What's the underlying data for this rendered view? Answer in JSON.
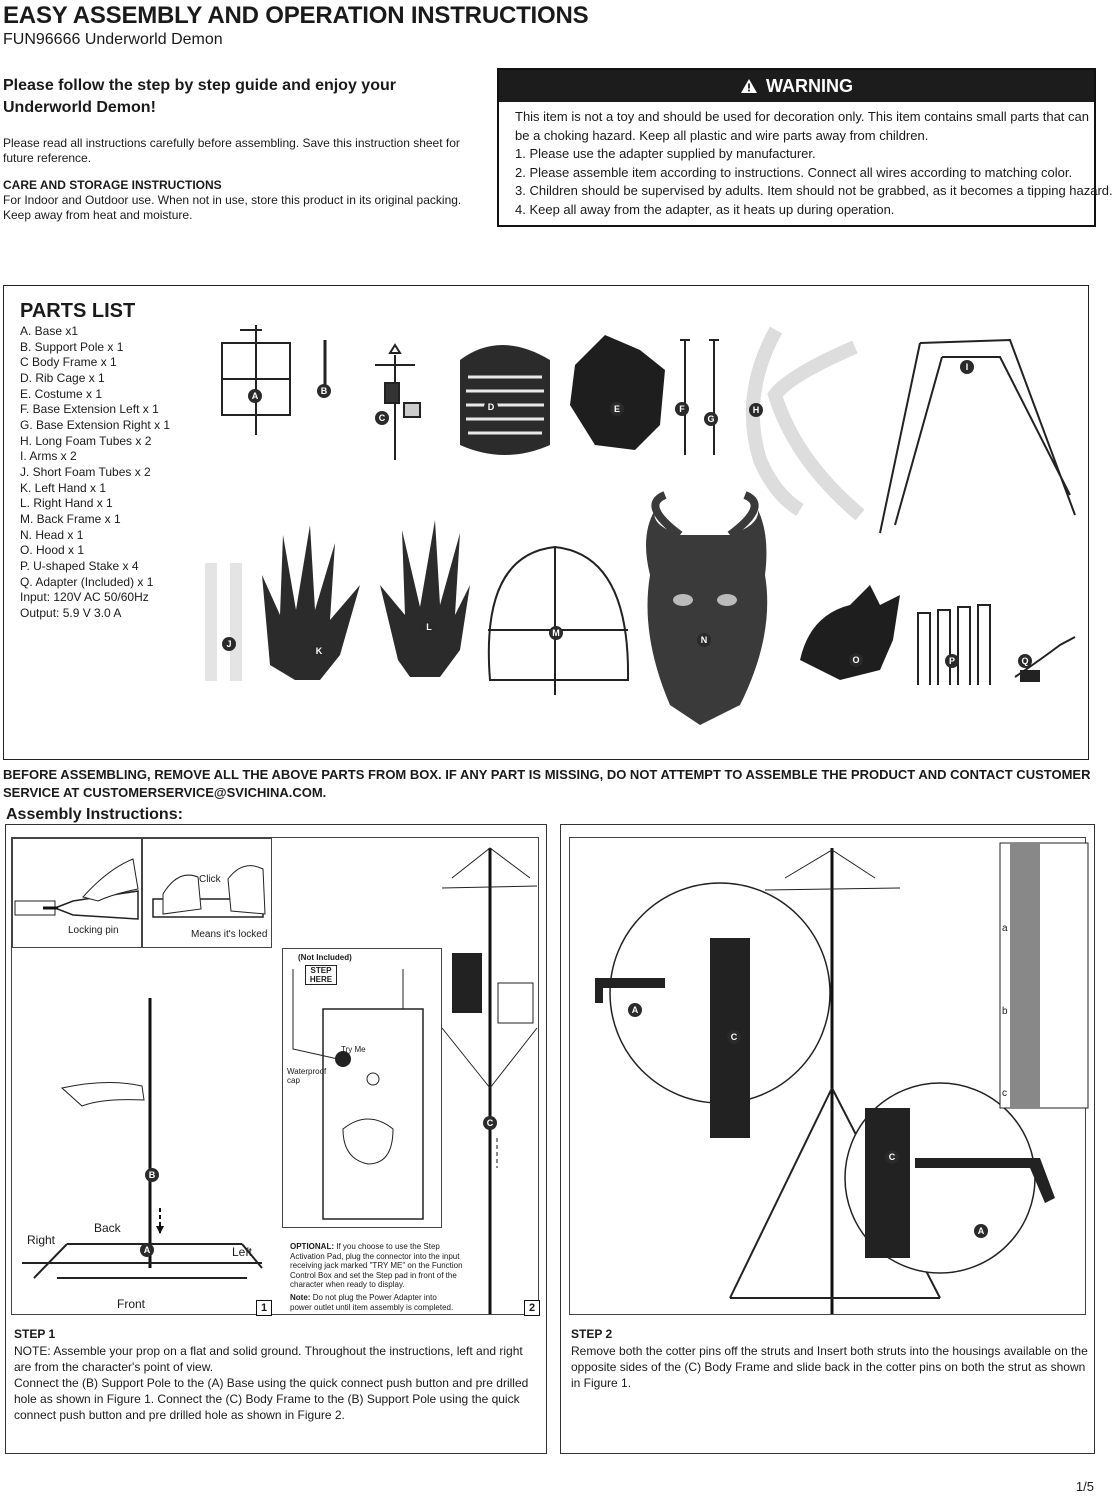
{
  "title": "EASY ASSEMBLY AND OPERATION INSTRUCTIONS",
  "subtitle": "FUN96666 Underworld Demon",
  "lead": "Please follow the step by step guide and enjoy your Underworld Demon!",
  "intro": "Please read all instructions carefully before assembling. Save this instruction sheet for future reference.",
  "care": {
    "heading": "CARE AND STORAGE INSTRUCTIONS",
    "text": "For Indoor and Outdoor use. When not in use, store this product in its original packing. Keep away from heat and moisture."
  },
  "warning": {
    "icon": "warning-triangle-icon",
    "title": "WARNING",
    "lines": [
      "This item is not a toy and should be used for decoration only. This item contains small parts that can",
      "be a choking hazard. Keep all plastic and wire parts away from children.",
      "1. Please use the adapter supplied by manufacturer.",
      "2. Please assemble item according to instructions. Connect all wires according to matching color.",
      "3. Children should be supervised by adults. Item should not be grabbed, as it becomes a tipping hazard.",
      "4. Keep all away from the adapter, as it heats up during operation."
    ]
  },
  "parts": {
    "heading": "PARTS LIST",
    "items": [
      "A. Base x1",
      "B. Support Pole x 1",
      "C Body Frame x 1",
      "D. Rib Cage x 1",
      "E. Costume x 1",
      "F. Base Extension Left x 1",
      "G. Base Extension Right x 1",
      "H. Long Foam Tubes x 2",
      "I. Arms x 2",
      "J. Short Foam Tubes x 2",
      "K. Left Hand x 1",
      "L. Right Hand x 1",
      "M. Back Frame x 1",
      "N. Head x 1",
      "O. Hood x 1",
      "P. U-shaped Stake x 4",
      "Q. Adapter (Included) x 1",
      "Input: 120V AC 50/60Hz",
      "Output: 5.9 V 3.0 A"
    ],
    "letters": [
      "A",
      "B",
      "C",
      "D",
      "E",
      "F",
      "G",
      "H",
      "I",
      "J",
      "K",
      "L",
      "M",
      "N",
      "O",
      "P",
      "Q"
    ]
  },
  "missing_notice": "BEFORE ASSEMBLING, REMOVE ALL THE ABOVE PARTS FROM BOX. IF ANY PART IS MISSING, DO NOT ATTEMPT TO ASSEMBLE THE PRODUCT AND CONTACT CUSTOMER SERVICE AT CUSTOMERSERVICE@SVICHINA.COM.",
  "assembly_heading": "Assembly Instructions:",
  "figure1": {
    "click": "Click",
    "locking_pin": "Locking pin",
    "locked": "Means it's locked",
    "back": "Back",
    "right": "Right",
    "left": "Left",
    "front": "Front",
    "num": "1"
  },
  "figure2": {
    "not_included": "(Not Included)",
    "step_here": "STEP HERE",
    "waterproof": "Waterproof cap",
    "try_me": "Try Me",
    "optional_label": "OPTIONAL:",
    "optional_text": "If you choose to use the Step Activation Pad, plug the connector into the input receiving jack marked \"TRY ME\" on the Function Control Box and set the Step pad in front of the character when ready to display.",
    "note_label": "Note:",
    "note_text": "Do not plug the Power Adapter into power outlet until item assembly is completed.",
    "num": "2"
  },
  "figure3": {
    "a": "a",
    "b": "b",
    "c": "c"
  },
  "step1": {
    "heading": "STEP 1",
    "lines": [
      "NOTE: Assemble your prop on a flat and solid ground. Throughout the instructions, left and right",
      "are from the character's point of view.",
      "Connect the (B) Support Pole to the (A) Base using the quick connect push button and pre drilled",
      "hole as shown in Figure 1. Connect the (C) Body Frame to the (B) Support Pole using the quick",
      "connect push button and pre drilled hole as shown in Figure 2."
    ]
  },
  "step2": {
    "heading": "STEP 2",
    "lines": [
      "Remove both the cotter pins off the struts and Insert both struts into the housings available on the",
      "opposite sides of the (C) Body Frame and slide back in the cotter pins on both the strut as shown",
      "in Figure 1."
    ]
  },
  "page": "1/5"
}
